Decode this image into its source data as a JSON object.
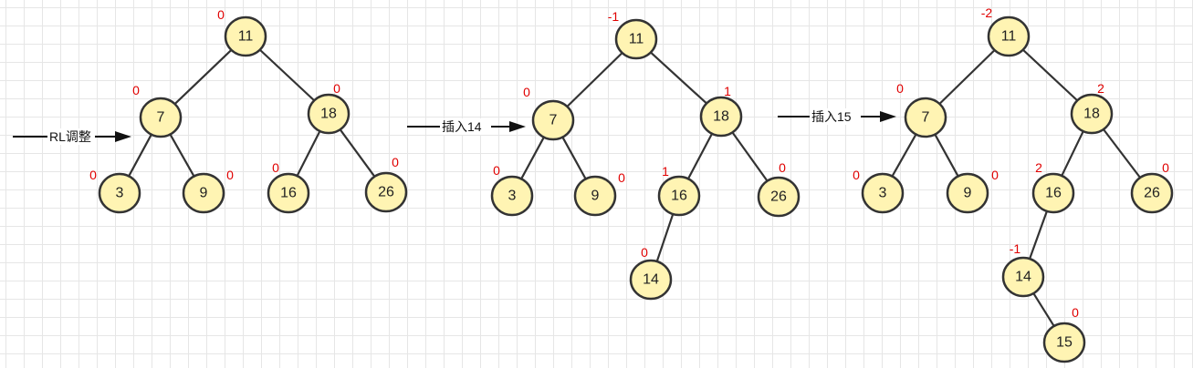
{
  "colors": {
    "balance_factor": "#e00000",
    "node_fill": "#fff4b3",
    "node_stroke": "#333333",
    "edge": "#333333"
  },
  "steps": [
    {
      "label": "RL调整"
    },
    {
      "label": "插入14"
    },
    {
      "label": "插入15"
    }
  ],
  "trees": [
    {
      "nodes": [
        {
          "id": "n11",
          "value": "11",
          "bf": "0"
        },
        {
          "id": "n7",
          "value": "7",
          "bf": "0"
        },
        {
          "id": "n18",
          "value": "18",
          "bf": "0"
        },
        {
          "id": "n3",
          "value": "3",
          "bf": "0"
        },
        {
          "id": "n9",
          "value": "9",
          "bf": "0"
        },
        {
          "id": "n16",
          "value": "16",
          "bf": "0"
        },
        {
          "id": "n26",
          "value": "26",
          "bf": "0"
        }
      ],
      "edges": [
        [
          "n11",
          "n7"
        ],
        [
          "n11",
          "n18"
        ],
        [
          "n7",
          "n3"
        ],
        [
          "n7",
          "n9"
        ],
        [
          "n18",
          "n16"
        ],
        [
          "n18",
          "n26"
        ]
      ]
    },
    {
      "nodes": [
        {
          "id": "n11",
          "value": "11",
          "bf": "-1"
        },
        {
          "id": "n7",
          "value": "7",
          "bf": "0"
        },
        {
          "id": "n18",
          "value": "18",
          "bf": "1"
        },
        {
          "id": "n3",
          "value": "3",
          "bf": "0"
        },
        {
          "id": "n9",
          "value": "9",
          "bf": "0"
        },
        {
          "id": "n16",
          "value": "16",
          "bf": "1"
        },
        {
          "id": "n26",
          "value": "26",
          "bf": "0"
        },
        {
          "id": "n14",
          "value": "14",
          "bf": "0"
        }
      ],
      "edges": [
        [
          "n11",
          "n7"
        ],
        [
          "n11",
          "n18"
        ],
        [
          "n7",
          "n3"
        ],
        [
          "n7",
          "n9"
        ],
        [
          "n18",
          "n16"
        ],
        [
          "n18",
          "n26"
        ],
        [
          "n16",
          "n14"
        ]
      ]
    },
    {
      "nodes": [
        {
          "id": "n11",
          "value": "11",
          "bf": "-2"
        },
        {
          "id": "n7",
          "value": "7",
          "bf": "0"
        },
        {
          "id": "n18",
          "value": "18",
          "bf": "2"
        },
        {
          "id": "n3",
          "value": "3",
          "bf": "0"
        },
        {
          "id": "n9",
          "value": "9",
          "bf": "0"
        },
        {
          "id": "n16",
          "value": "16",
          "bf": "2"
        },
        {
          "id": "n26",
          "value": "26",
          "bf": "0"
        },
        {
          "id": "n14",
          "value": "14",
          "bf": "-1"
        },
        {
          "id": "n15",
          "value": "15",
          "bf": "0"
        }
      ],
      "edges": [
        [
          "n11",
          "n7"
        ],
        [
          "n11",
          "n18"
        ],
        [
          "n7",
          "n3"
        ],
        [
          "n7",
          "n9"
        ],
        [
          "n18",
          "n16"
        ],
        [
          "n18",
          "n26"
        ],
        [
          "n16",
          "n14"
        ],
        [
          "n14",
          "n15"
        ]
      ]
    }
  ]
}
